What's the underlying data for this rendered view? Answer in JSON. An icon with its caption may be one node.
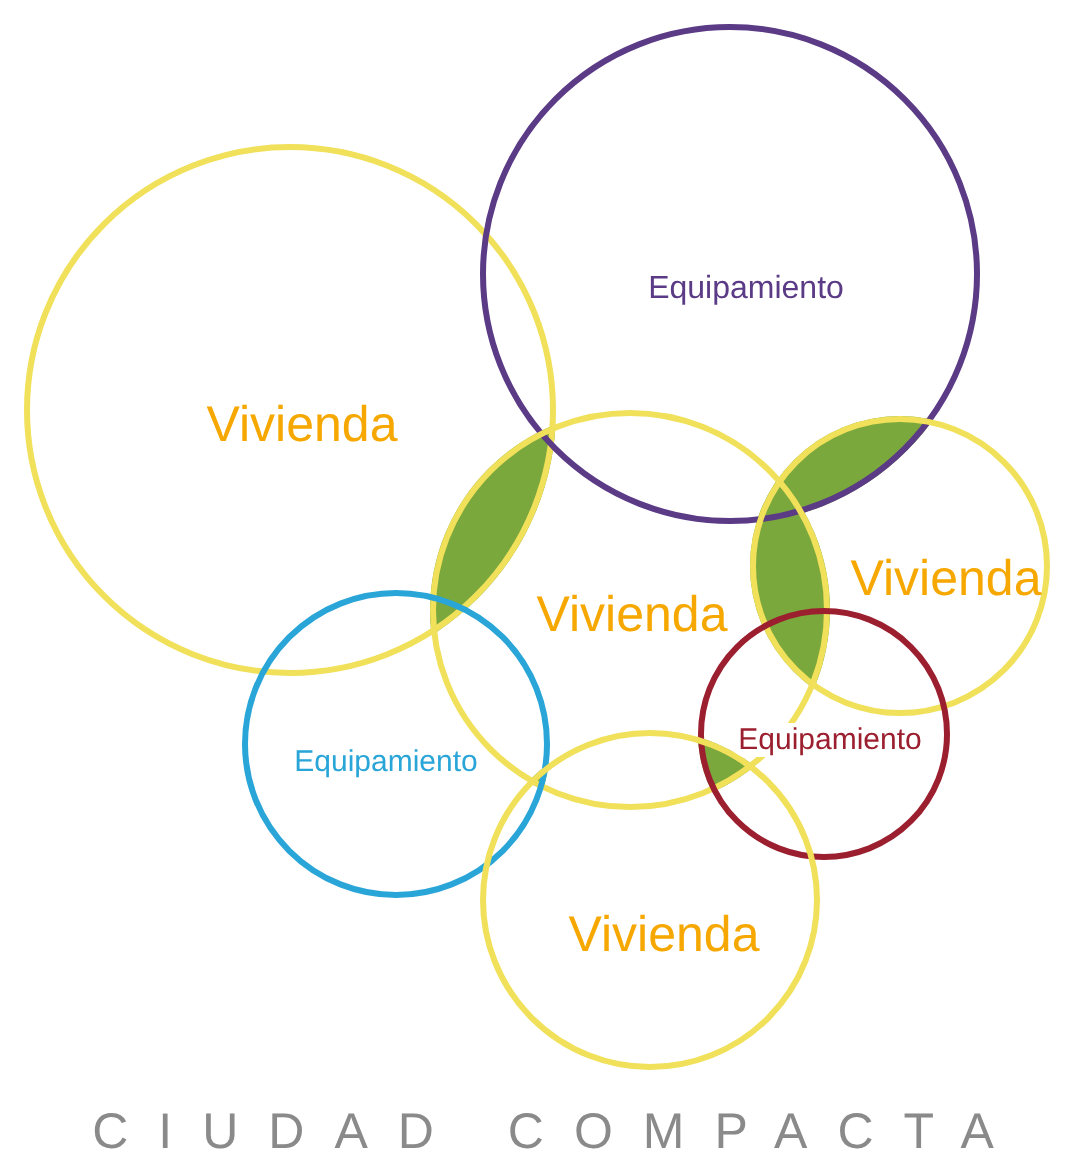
{
  "diagram": {
    "caption": "CIUDAD COMPACTA",
    "nodes": [
      {
        "text": [
          "Vivienda"
        ]
      },
      {
        "text": [
          "Equipamiento"
        ]
      },
      {
        "text": [
          "Vivienda"
        ]
      },
      {
        "text": [
          "Vivienda"
        ]
      },
      {
        "text": [
          "Equipamiento"
        ]
      },
      {
        "text": [
          "Equipamiento"
        ]
      },
      {
        "text": [
          "Vivienda"
        ]
      }
    ]
  }
}
